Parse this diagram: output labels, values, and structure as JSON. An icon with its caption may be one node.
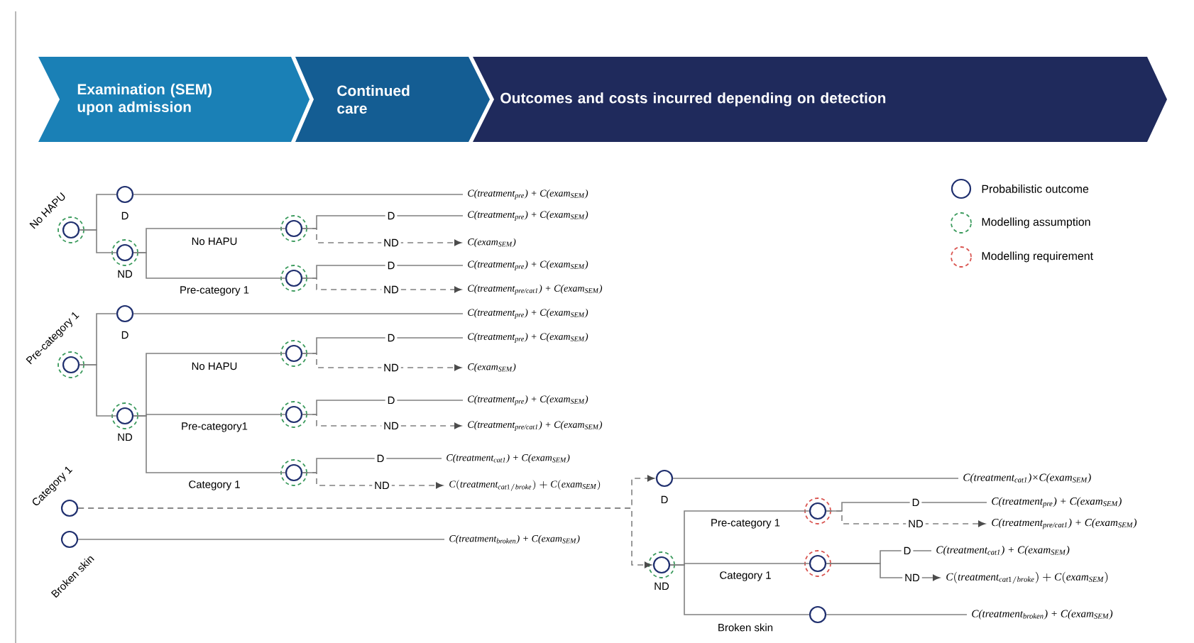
{
  "diagram": {
    "nodes": [
      {
        "text": [
          "Examination (SEM) upon admission"
        ]
      },
      {
        "text": [
          "Continued care"
        ]
      },
      {
        "text": [
          "Outcomes and costs incurred depending on detection"
        ]
      },
      {
        "text": [],
        "shape": "circle",
        "beside": [
          "No HAPU"
        ]
      },
      {
        "text": [],
        "shape": "circle",
        "beside": [
          "D"
        ]
      },
      {
        "text": [
          "C(treatment$_{pre}$) + C(exam$_{SEM}$)"
        ]
      },
      {
        "text": [],
        "shape": "circle",
        "beside": [
          "ND"
        ]
      },
      {
        "text": [],
        "shape": "circle"
      },
      {
        "text": [
          "C(treatment$_{pre}$) + C(exam$_{SEM}$)"
        ]
      },
      {
        "text": [
          "C(exam$_{SEM}$)"
        ]
      },
      {
        "text": [],
        "shape": "circle"
      },
      {
        "text": [
          "C(treatment$_{pre}$) + C(exam$_{SEM}$)"
        ]
      },
      {
        "text": [
          "C(treatment$_{pre/cat1}$) + C(exam$_{SEM}$)"
        ]
      },
      {
        "text": [],
        "shape": "circle",
        "beside": [
          "Pre-category 1"
        ]
      },
      {
        "text": [],
        "shape": "circle",
        "beside": [
          "D"
        ]
      },
      {
        "text": [
          "C(treatment$_{pre}$) + C(exam$_{SEM}$)"
        ]
      },
      {
        "text": [],
        "shape": "circle",
        "beside": [
          "ND"
        ]
      },
      {
        "text": [],
        "shape": "circle"
      },
      {
        "text": [
          "C(treatment$_{pre}$) + C(exam$_{SEM}$)"
        ]
      },
      {
        "text": [
          "C(exam$_{SEM}$)"
        ]
      },
      {
        "text": [],
        "shape": "circle"
      },
      {
        "text": [
          "C(treatment$_{pre}$) + C(exam$_{SEM}$)"
        ]
      },
      {
        "text": [
          "C(treatment$_{pre/cat1}$) + C(exam$_{SEM}$)"
        ]
      },
      {
        "text": [],
        "shape": "circle"
      },
      {
        "text": [
          "C(treatment$_{cat1}$) + C(exam$_{SEM}$)"
        ]
      },
      {
        "text": [
          "C(treatment_{cat1/broke}) + C(exam_{SEM})"
        ]
      },
      {
        "text": [],
        "shape": "circle",
        "beside": [
          "Category 1"
        ]
      },
      {
        "text": [],
        "shape": "circle",
        "beside": [
          "Broken skin"
        ]
      },
      {
        "text": [
          "C(treatment$_{broken}$) + C(exam$_{SEM}$)"
        ]
      },
      {
        "text": [],
        "shape": "circle",
        "beside": [
          "D"
        ]
      },
      {
        "text": [
          "C(treatment$_{cat1}$)×C(exam$_{SEM}$)"
        ]
      },
      {
        "text": [],
        "shape": "circle",
        "beside": [
          "ND"
        ]
      },
      {
        "text": [],
        "shape": "circle"
      },
      {
        "text": [
          "C(treatment$_{pre}$) + C(exam$_{SEM}$)"
        ]
      },
      {
        "text": [
          "C(treatment$_{pre/cat1}$) + C(exam$_{SEM}$)"
        ]
      },
      {
        "text": [],
        "shape": "circle"
      },
      {
        "text": [
          "C(treatment$_{cat1}$) + C(exam$_{SEM}$)"
        ]
      },
      {
        "text": [
          "C(treatment_{cat1/broke}) + C(exam_{SEM})"
        ]
      },
      {
        "text": [],
        "shape": "circle"
      },
      {
        "text": [
          "C(treatment$_{broken}$) + C(exam$_{SEM}$)"
        ]
      }
    ],
    "edges": [
      {
        "from": 3,
        "to": 4,
        "arrow": "none"
      },
      {
        "from": 3,
        "to": 6,
        "arrow": "none"
      },
      {
        "from": 4,
        "to": 5,
        "arrow": "none"
      },
      {
        "from": 6,
        "to": 7,
        "arrow": "none",
        "label": "No HAPU"
      },
      {
        "from": 6,
        "to": 10,
        "arrow": "none",
        "label": "Pre-category 1"
      },
      {
        "from": 7,
        "to": 8,
        "arrow": "none",
        "label": "D"
      },
      {
        "from": 7,
        "to": 9,
        "arrow": "to",
        "label": "ND",
        "style": "dashed"
      },
      {
        "from": 10,
        "to": 11,
        "arrow": "none",
        "label": "D"
      },
      {
        "from": 10,
        "to": 12,
        "arrow": "to",
        "label": "ND",
        "style": "dashed"
      },
      {
        "from": 13,
        "to": 14,
        "arrow": "none"
      },
      {
        "from": 13,
        "to": 16,
        "arrow": "none"
      },
      {
        "from": 14,
        "to": 15,
        "arrow": "none"
      },
      {
        "from": 16,
        "to": 17,
        "arrow": "none",
        "label": "No HAPU"
      },
      {
        "from": 16,
        "to": 20,
        "arrow": "none",
        "label": "Pre-category1"
      },
      {
        "from": 16,
        "to": 23,
        "arrow": "none",
        "label": "Category 1"
      },
      {
        "from": 17,
        "to": 18,
        "arrow": "none",
        "label": "D"
      },
      {
        "from": 17,
        "to": 19,
        "arrow": "to",
        "label": "ND",
        "style": "dashed"
      },
      {
        "from": 20,
        "to": 21,
        "arrow": "none",
        "label": "D"
      },
      {
        "from": 20,
        "to": 22,
        "arrow": "to",
        "label": "ND",
        "style": "dashed"
      },
      {
        "from": 23,
        "to": 24,
        "arrow": "none",
        "label": "D"
      },
      {
        "from": 23,
        "to": 25,
        "arrow": "to",
        "label": "ND",
        "style": "dashed"
      },
      {
        "from": 26,
        "to": 29,
        "arrow": "to",
        "style": "dashed"
      },
      {
        "from": 26,
        "to": 31,
        "arrow": "to",
        "style": "dashed"
      },
      {
        "from": 27,
        "to": 28,
        "arrow": "none"
      },
      {
        "from": 29,
        "to": 30,
        "arrow": "none"
      },
      {
        "from": 31,
        "to": 32,
        "arrow": "none",
        "label": "Pre-category 1"
      },
      {
        "from": 31,
        "to": 35,
        "arrow": "none",
        "label": "Category 1"
      },
      {
        "from": 31,
        "to": 38,
        "arrow": "none",
        "label": "Broken skin"
      },
      {
        "from": 32,
        "to": 33,
        "arrow": "none",
        "label": "D"
      },
      {
        "from": 32,
        "to": 34,
        "arrow": "to",
        "label": "ND",
        "style": "dashed"
      },
      {
        "from": 35,
        "to": 36,
        "arrow": "none",
        "label": "D"
      },
      {
        "from": 35,
        "to": 37,
        "arrow": "to",
        "label": "ND"
      },
      {
        "from": 38,
        "to": 39,
        "arrow": "none"
      }
    ],
    "legend": [
      {
        "text": "Probabilistic outcome"
      },
      {
        "text": "Modelling assumption"
      },
      {
        "text": "Modelling requirement"
      }
    ]
  }
}
